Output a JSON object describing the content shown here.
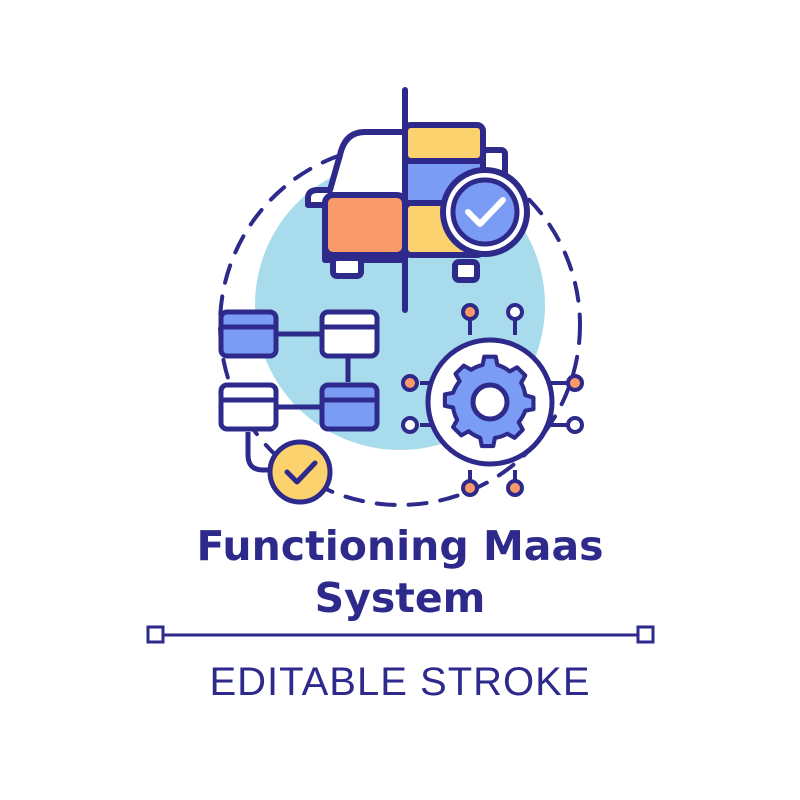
{
  "title": {
    "line1": "Functioning Maas",
    "line2": "System"
  },
  "subtitle": "EDITABLE STROKE",
  "colors": {
    "outline": "#2e2a8c",
    "light_blue": "#a8dcec",
    "blue": "#7a9cf4",
    "orange": "#fa9a6a",
    "yellow": "#fcd26e",
    "white": "#ffffff"
  },
  "icons": [
    "car-icon",
    "check-badge-icon",
    "flowchart-icon",
    "gear-network-icon",
    "dashed-circle-frame"
  ]
}
